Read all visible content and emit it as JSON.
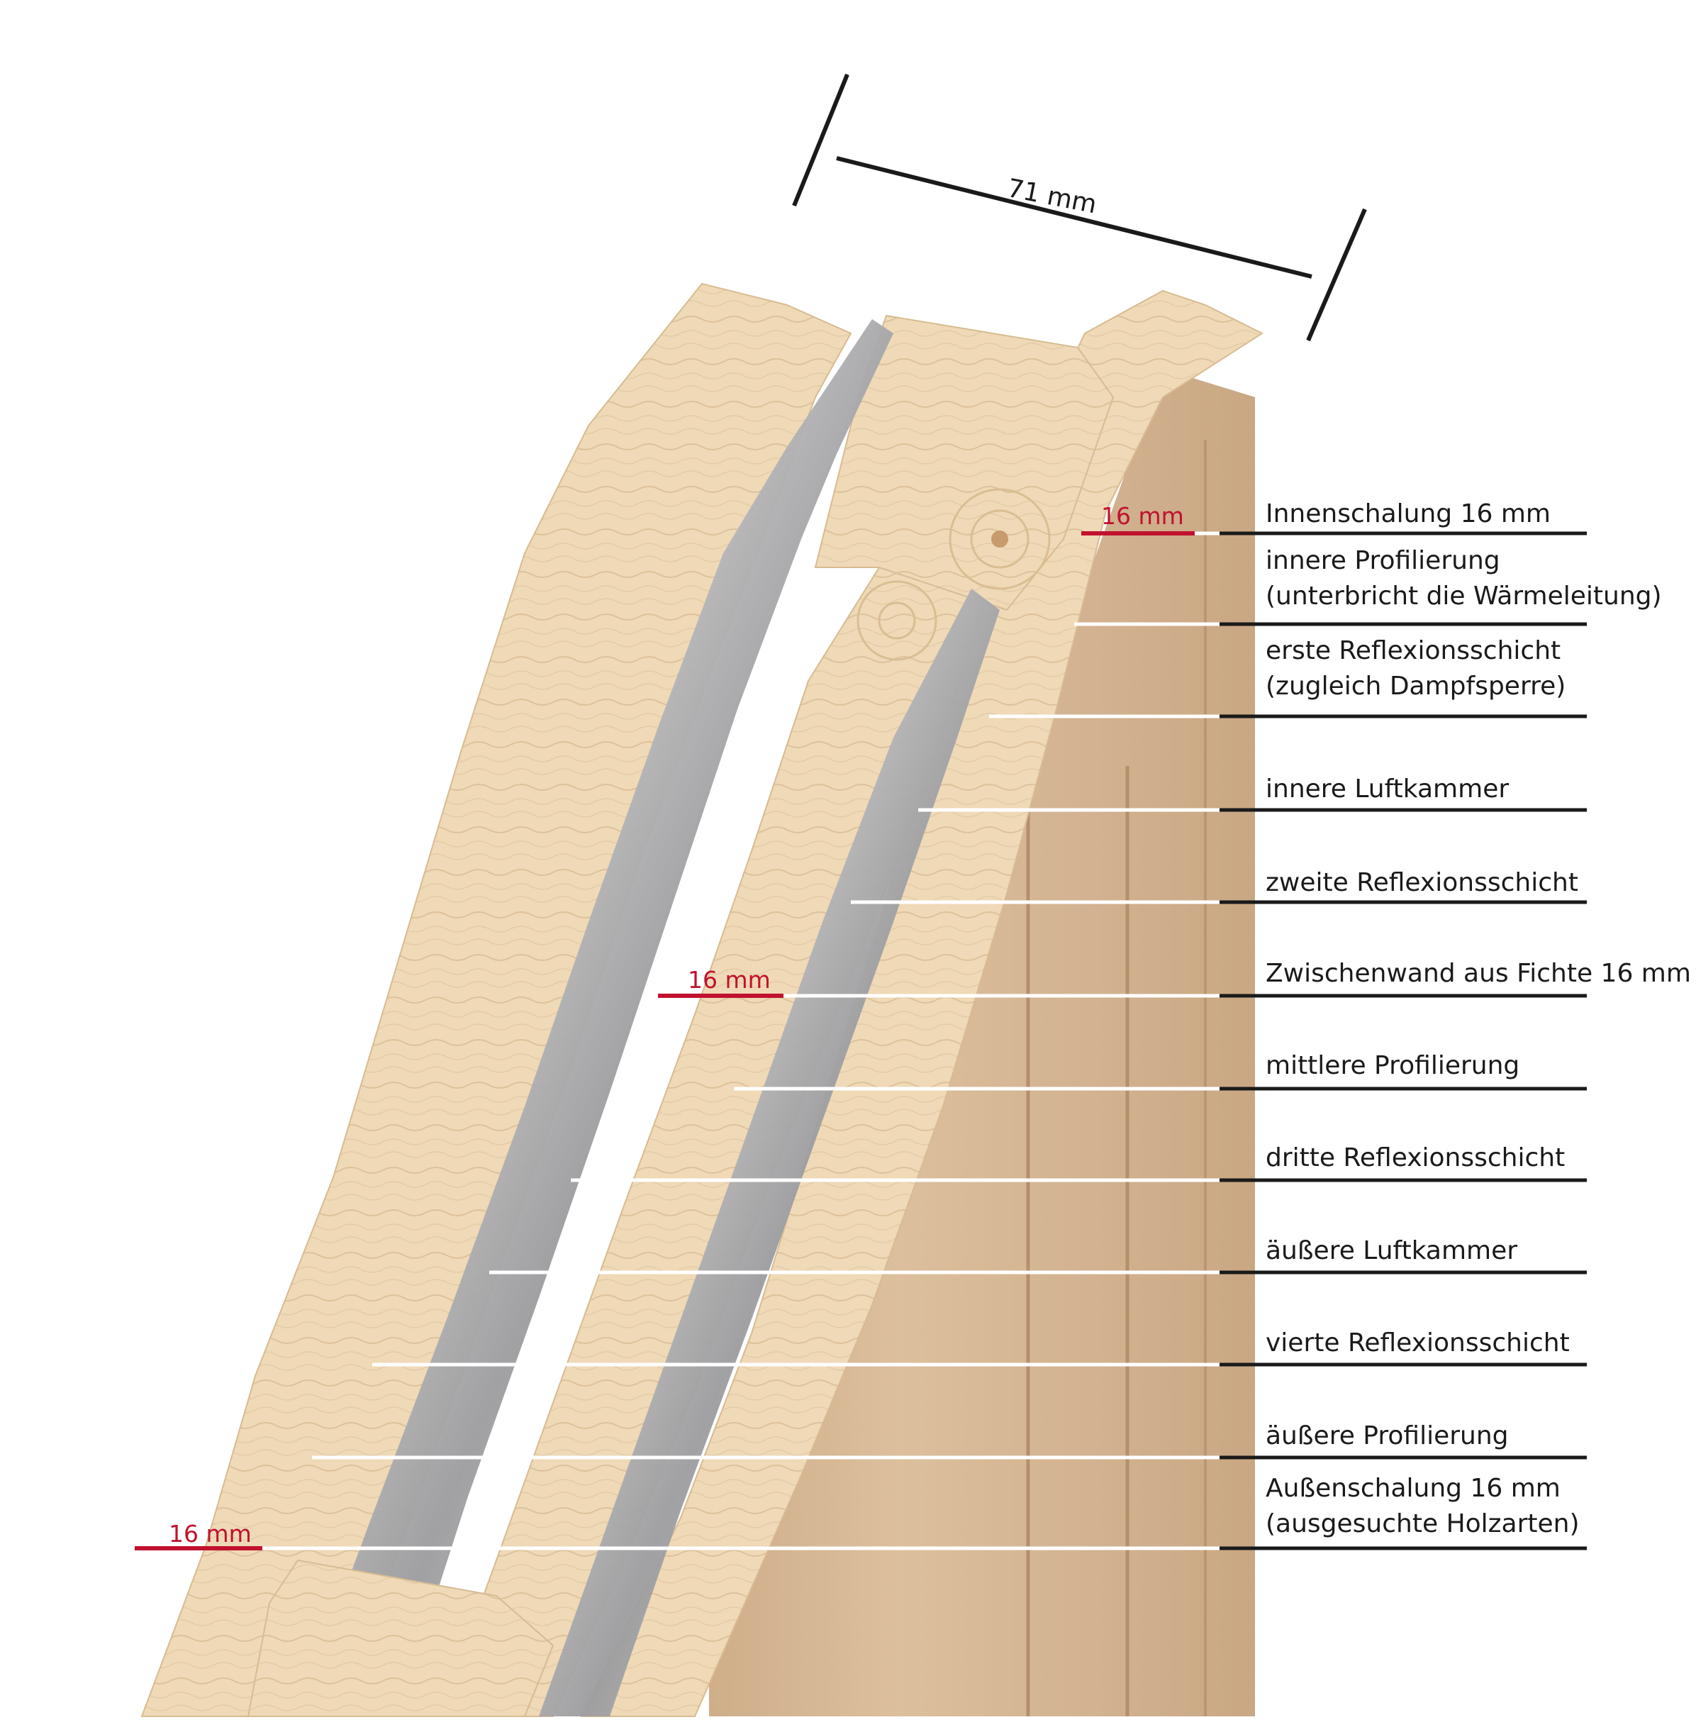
{
  "dimension_width": "71 mm",
  "thickness_marks": [
    "16 mm",
    "16 mm",
    "16 mm"
  ],
  "labels": [
    {
      "text": "Innenschalung 16 mm",
      "sub": ""
    },
    {
      "text": "innere Profilierung",
      "sub": "(unterbricht die Wärmeleitung)"
    },
    {
      "text": "erste Reflexionsschicht",
      "sub": "(zugleich Dampfsperre)"
    },
    {
      "text": "innere Luftkammer",
      "sub": ""
    },
    {
      "text": "zweite Reflexionsschicht",
      "sub": ""
    },
    {
      "text": "Zwischenwand aus Fichte 16 mm",
      "sub": ""
    },
    {
      "text": "mittlere Profilierung",
      "sub": ""
    },
    {
      "text": "dritte Reflexionsschicht",
      "sub": ""
    },
    {
      "text": "äußere Luftkammer",
      "sub": ""
    },
    {
      "text": "vierte Reflexionsschicht",
      "sub": ""
    },
    {
      "text": "äußere Profilierung",
      "sub": ""
    },
    {
      "text": "Außenschalung 16 mm",
      "sub": "(ausgesuchte Holzarten)"
    }
  ],
  "colors": {
    "wood_light": "#efd9b7",
    "wood_ring": "#d9be93",
    "wood_face": "#d8b995",
    "wood_face_dark": "#c7a683",
    "foil": "#a7a7a9",
    "foil_light": "#d9d9db",
    "accent": "#c0122e",
    "line": "#1a1a1a",
    "white_line": "#ffffff"
  }
}
